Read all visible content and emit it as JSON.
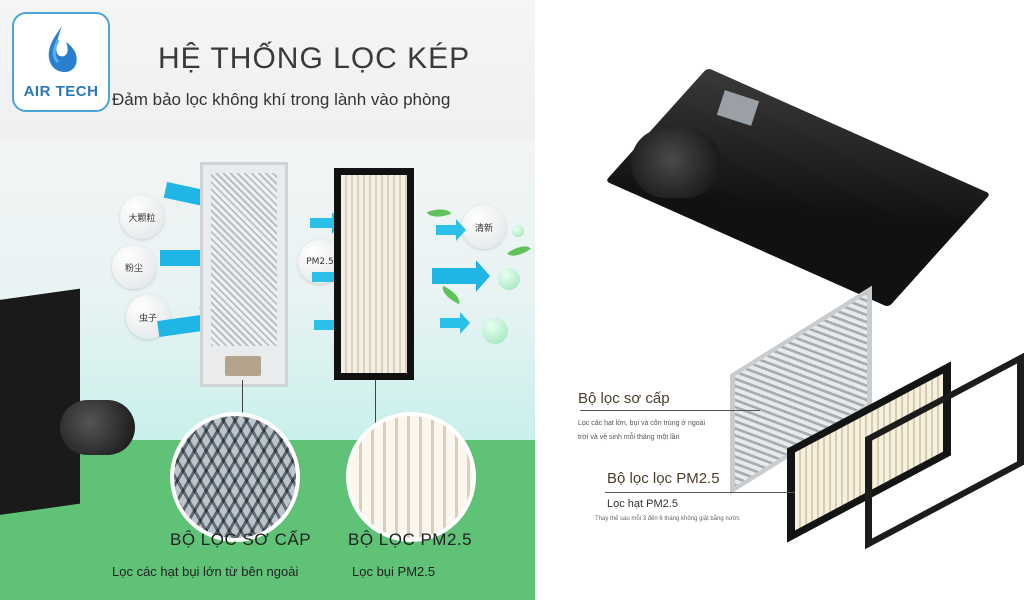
{
  "brand": {
    "name": "AIR TECH"
  },
  "left_panel": {
    "title": "HỆ THỐNG LỌC KÉP",
    "subtitle": "Đảm bảo lọc không khí trong lành vào phòng",
    "tags": [
      "大颗粒",
      "粉尘",
      "虫子",
      "PM2.5",
      "清新"
    ],
    "filter_1": {
      "name": "BỘ LỌC SƠ CẤP",
      "desc": "Lọc các hạt bụi lớn từ bên ngoài"
    },
    "filter_2": {
      "name": "BỘ LỌC PM2.5",
      "desc": "Lọc bụi PM2.5"
    }
  },
  "right_panel": {
    "filter_1": {
      "name": "Bộ lọc sơ cấp",
      "desc_line1": "Lọc các hạt lớn, bụi và côn trùng ở ngoài",
      "desc_line2": "trời và vệ sinh mỗi tháng một lần"
    },
    "filter_2": {
      "name": "Bộ lọc lọc PM2.5",
      "desc_line1": "Lọc hạt PM2.5",
      "desc_line2": "Thay thế sau mỗi 3 đến 6 tháng không giặt bằng nước"
    }
  },
  "colors": {
    "accent_blue": "#1fb6e6",
    "grass_green": "#5fc277",
    "logo_blue": "#2a78b8"
  }
}
